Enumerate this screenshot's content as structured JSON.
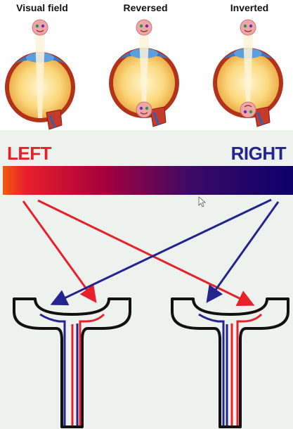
{
  "eye_panels": [
    {
      "label": "Visual field"
    },
    {
      "label": "Reversed"
    },
    {
      "label": "Inverted"
    }
  ],
  "direction_labels": {
    "left": "LEFT",
    "right": "RIGHT"
  },
  "colors": {
    "left": "#e8202a",
    "right": "#24248e",
    "gradient_start": "#f25a10",
    "gradient_mid": "#a6003c",
    "gradient_end": "#0c006a",
    "eye_fill": "#fbd87c",
    "eye_rim": "#c4361e",
    "face": "#f0a6a6"
  }
}
